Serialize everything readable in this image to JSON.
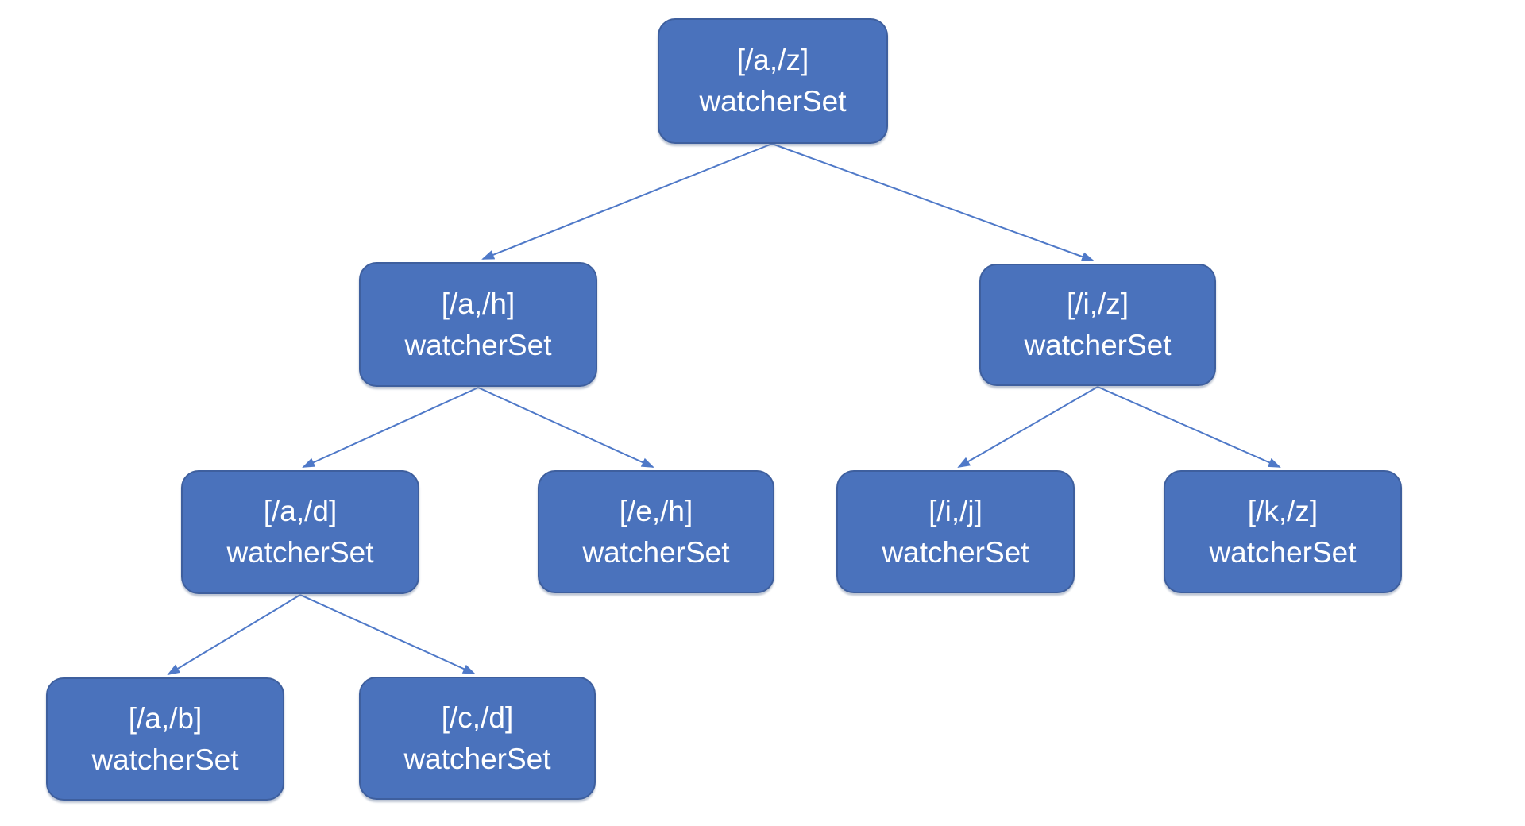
{
  "diagram": {
    "type": "tree",
    "colors": {
      "node_fill": "#4a72bc",
      "node_border": "#3e5f9e",
      "edge": "#4f79c8",
      "text": "#ffffff",
      "background": "#ffffff"
    },
    "nodes": {
      "a_z": {
        "range": "[/a,/z]",
        "label": "watcherSet"
      },
      "a_h": {
        "range": "[/a,/h]",
        "label": "watcherSet"
      },
      "i_z": {
        "range": "[/i,/z]",
        "label": "watcherSet"
      },
      "a_d": {
        "range": "[/a,/d]",
        "label": "watcherSet"
      },
      "e_h": {
        "range": "[/e,/h]",
        "label": "watcherSet"
      },
      "i_j": {
        "range": "[/i,/j]",
        "label": "watcherSet"
      },
      "k_z": {
        "range": "[/k,/z]",
        "label": "watcherSet"
      },
      "a_b": {
        "range": "[/a,/b]",
        "label": "watcherSet"
      },
      "c_d": {
        "range": "[/c,/d]",
        "label": "watcherSet"
      }
    },
    "edges": [
      {
        "from": "a_z",
        "to": "a_h"
      },
      {
        "from": "a_z",
        "to": "i_z"
      },
      {
        "from": "a_h",
        "to": "a_d"
      },
      {
        "from": "a_h",
        "to": "e_h"
      },
      {
        "from": "i_z",
        "to": "i_j"
      },
      {
        "from": "i_z",
        "to": "k_z"
      },
      {
        "from": "a_d",
        "to": "a_b"
      },
      {
        "from": "a_d",
        "to": "c_d"
      }
    ]
  }
}
